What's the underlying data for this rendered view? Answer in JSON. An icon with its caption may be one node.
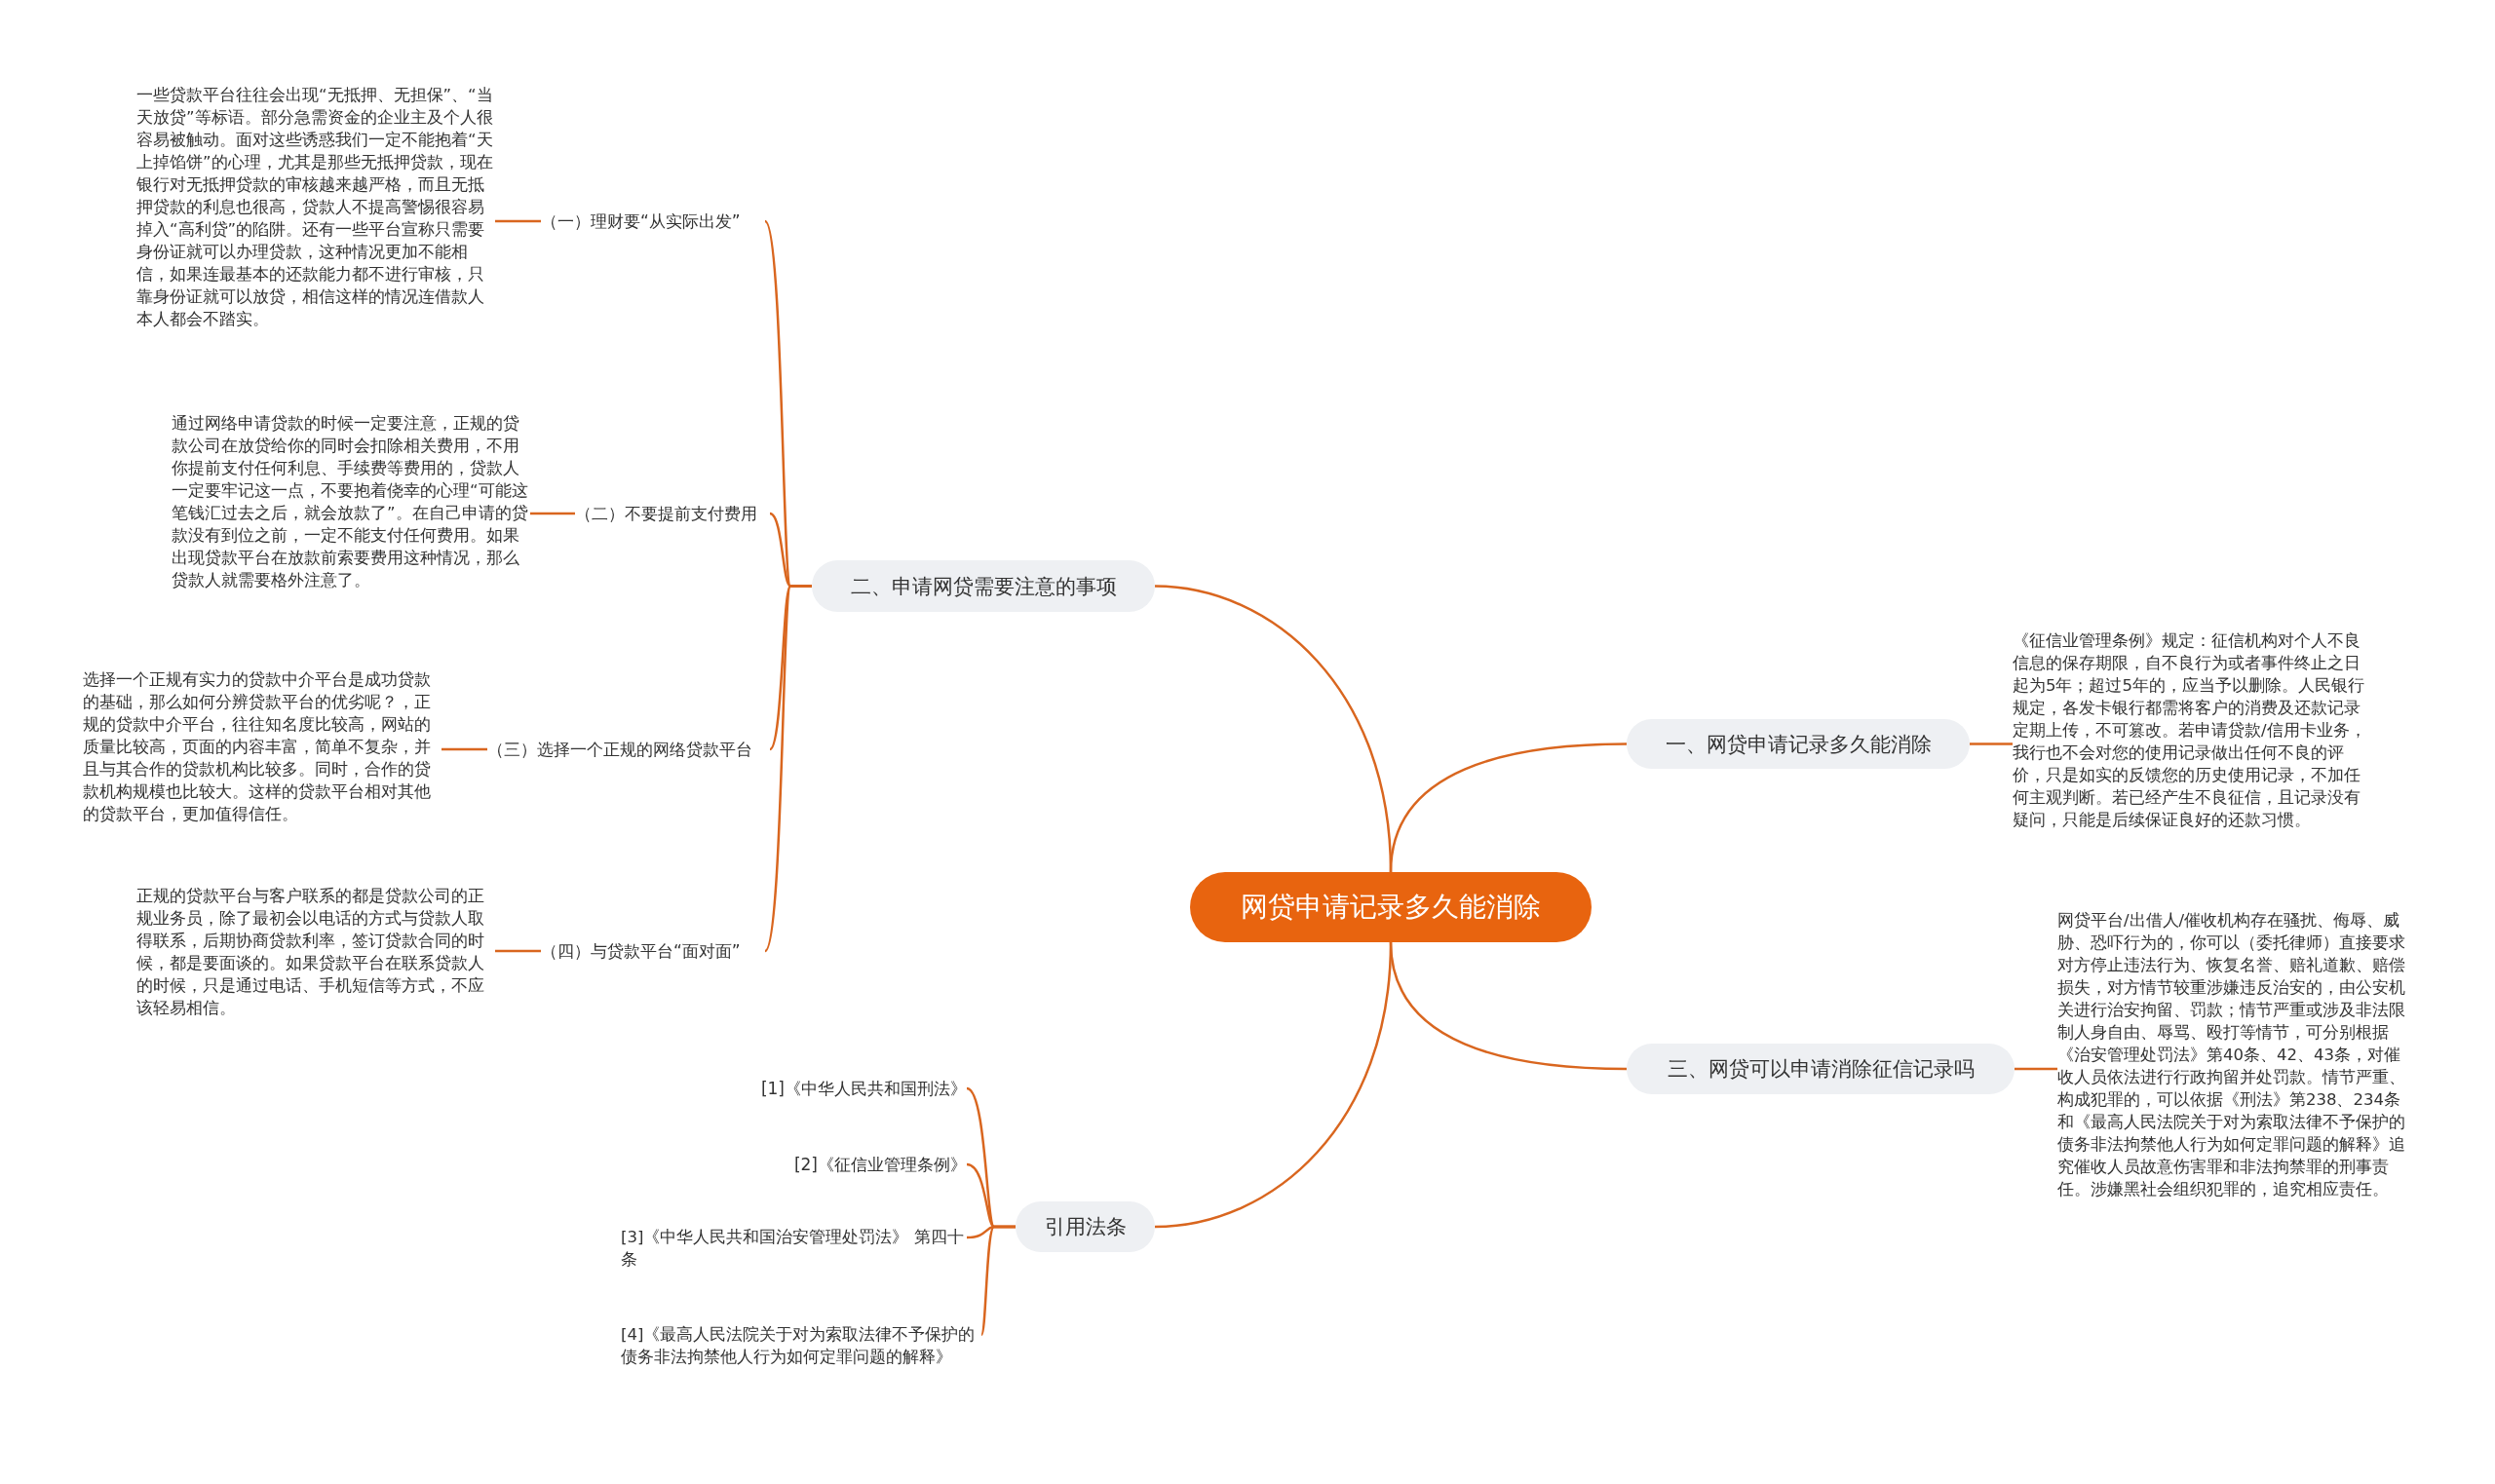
{
  "diagram": {
    "nodes": [
      {
        "text": [
          "网贷申请记录多久能消除"
        ]
      },
      {
        "text": [
          "二、申请网贷需要注意的事项"
        ]
      },
      {
        "text": [
          "（一）理财要“从实际出发”"
        ]
      },
      {
        "text": [
          "一些贷款平台往往会出现“无抵押、无担保”、“当天放贷”等标语。部分急需资金的企业主及个人很容易被触动。面对这些诱惑我们一定不能抱着“天上掉馅饼”的心理，尤其是那些无抵押贷款，现在银行对无抵押贷款的审核越来越严格，而且无抵押贷款的利息也很高，贷款人不提高警惕很容易掉入“高利贷”的陷阱。还有一些平台宣称只需要身份证就可以办理贷款，这种情况更加不能相信，如果连最基本的还款能力都不进行审核，只靠身份证就可以放贷，相信这样的情况连借款人本人都会不踏实。"
        ]
      },
      {
        "text": [
          "（二）不要提前支付费用"
        ]
      },
      {
        "text": [
          "通过网络申请贷款的时候一定要注意，正规的贷款公司在放贷给你的同时会扣除相关费用，不用你提前支付任何利息、手续费等费用的，贷款人一定要牢记这一点，不要抱着侥幸的心理“可能这笔钱汇过去之后，就会放款了”。在自己申请的贷款没有到位之前，一定不能支付任何费用。如果出现贷款平台在放款前索要费用这种情况，那么贷款人就需要格外注意了。"
        ]
      },
      {
        "text": [
          "（三）选择一个正规的网络贷款平台"
        ]
      },
      {
        "text": [
          "选择一个正规有实力的贷款中介平台是成功贷款的基础，那么如何分辨贷款平台的优劣呢？，正规的贷款中介平台，往往知名度比较高，网站的质量比较高，页面的内容丰富，简单不复杂，并且与其合作的贷款机构比较多。同时，合作的贷款机构规模也比较大。这样的贷款平台相对其他的贷款平台，更加值得信任。"
        ]
      },
      {
        "text": [
          "（四）与贷款平台“面对面”"
        ]
      },
      {
        "text": [
          "正规的贷款平台与客户联系的都是贷款公司的正规业务员，除了最初会以电话的方式与贷款人取得联系，后期协商贷款利率，签订贷款合同的时候，都是要面谈的。如果贷款平台在联系贷款人的时候，只是通过电话、手机短信等方式，不应该轻易相信。"
        ]
      },
      {
        "text": [
          "一、网贷申请记录多久能消除"
        ]
      },
      {
        "text": [
          "《征信业管理条例》规定：征信机构对个人不良信息的保存期限，自不良行为或者事件终止之日起为5年；超过5年的，应当予以删除。人民银行规定，各发卡银行都需将客户的消费及还款记录定期上传，不可篡改。若申请贷款/信用卡业务，我行也不会对您的使用记录做出任何不良的评价，只是如实的反馈您的历史使用记录，不加任何主观判断。若已经产生不良征信，且记录没有疑问，只能是后续保证良好的还款习惯。"
        ]
      },
      {
        "text": [
          "三、网贷可以申请消除征信记录吗"
        ]
      },
      {
        "text": [
          "网贷平台/出借人/催收机构存在骚扰、侮辱、威胁、恐吓行为的，你可以（委托律师）直接要求对方停止违法行为、恢复名誉、赔礼道歉、赔偿损失，对方情节较重涉嫌违反治安的，由公安机关进行治安拘留、罚款；情节严重或涉及非法限制人身自由、辱骂、殴打等情节，可分别根据《治安管理处罚法》第40条、42、43条，对催收人员依法进行行政拘留并处罚款。情节严重、构成犯罪的，可以依据《刑法》第238、234条和《最高人民法院关于对为索取法律不予保护的债务非法拘禁他人行为如何定罪问题的解释》追究催收人员故意伤害罪和非法拘禁罪的刑事责任。涉嫌黑社会组织犯罪的，追究相应责任。"
        ]
      },
      {
        "text": [
          "引用法条"
        ]
      },
      {
        "text": [
          "[1]《中华人民共和国刑法》"
        ]
      },
      {
        "text": [
          "[2]《征信业管理条例》"
        ]
      },
      {
        "text": [
          "[3]《中华人民共和国治安管理处罚法》 第四十条"
        ]
      },
      {
        "text": [
          "[4]《最高人民法院关于对为索取法律不予保护的债务非法拘禁他人行为如何定罪问题的解释》"
        ]
      }
    ],
    "edges": [
      {
        "from": 0,
        "to": 1,
        "arrow": "none"
      },
      {
        "from": 1,
        "to": 2,
        "arrow": "none"
      },
      {
        "from": 2,
        "to": 3,
        "arrow": "none"
      },
      {
        "from": 1,
        "to": 4,
        "arrow": "none"
      },
      {
        "from": 4,
        "to": 5,
        "arrow": "none"
      },
      {
        "from": 1,
        "to": 6,
        "arrow": "none"
      },
      {
        "from": 6,
        "to": 7,
        "arrow": "none"
      },
      {
        "from": 1,
        "to": 8,
        "arrow": "none"
      },
      {
        "from": 8,
        "to": 9,
        "arrow": "none"
      },
      {
        "from": 0,
        "to": 10,
        "arrow": "none"
      },
      {
        "from": 10,
        "to": 11,
        "arrow": "none"
      },
      {
        "from": 0,
        "to": 12,
        "arrow": "none"
      },
      {
        "from": 12,
        "to": 13,
        "arrow": "none"
      },
      {
        "from": 0,
        "to": 14,
        "arrow": "none"
      },
      {
        "from": 14,
        "to": 15,
        "arrow": "none"
      },
      {
        "from": 14,
        "to": 16,
        "arrow": "none"
      },
      {
        "from": 14,
        "to": 17,
        "arrow": "none"
      },
      {
        "from": 14,
        "to": 18,
        "arrow": "none"
      }
    ]
  }
}
